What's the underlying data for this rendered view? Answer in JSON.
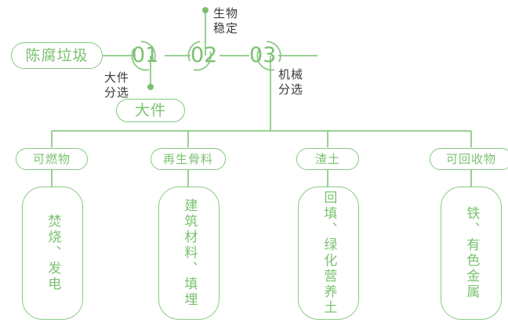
{
  "theme": {
    "line_color": "#8ccb84",
    "text_green": "#7ac16f",
    "text_dark": "#3a3a3a",
    "background": "#ffffff",
    "dot_color": "#7ac16f"
  },
  "flow": {
    "source": {
      "label": "陈腐垃圾"
    },
    "steps": [
      {
        "id": "01",
        "number": "01",
        "annotation": "大件\n分选"
      },
      {
        "id": "02",
        "number": "02",
        "annotation": "生物\n稳定"
      },
      {
        "id": "03",
        "number": "03",
        "annotation": "机械\n分选"
      }
    ],
    "branch_output": {
      "label": "大件"
    }
  },
  "outputs": [
    {
      "category": "可燃物",
      "usage": "焚烧、发电"
    },
    {
      "category": "再生骨料",
      "usage": "建筑材料、填埋"
    },
    {
      "category": "渣土",
      "usage": "回填、绿化营养土"
    },
    {
      "category": "可回收物",
      "usage": "铁、有色金属"
    }
  ]
}
